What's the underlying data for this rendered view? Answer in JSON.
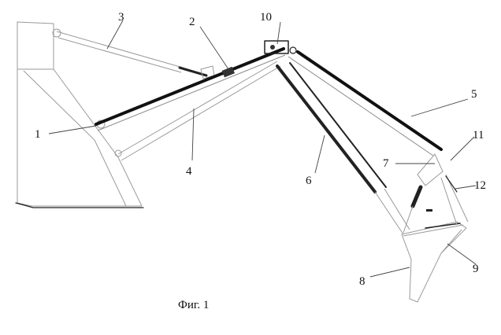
{
  "figure": {
    "caption": "Фиг. 1",
    "labels": {
      "l1": "1",
      "l2": "2",
      "l3": "3",
      "l4": "4",
      "l5": "5",
      "l6": "6",
      "l7": "7",
      "l8": "8",
      "l9": "9",
      "l10": "10",
      "l11": "11",
      "l12": "12"
    }
  }
}
